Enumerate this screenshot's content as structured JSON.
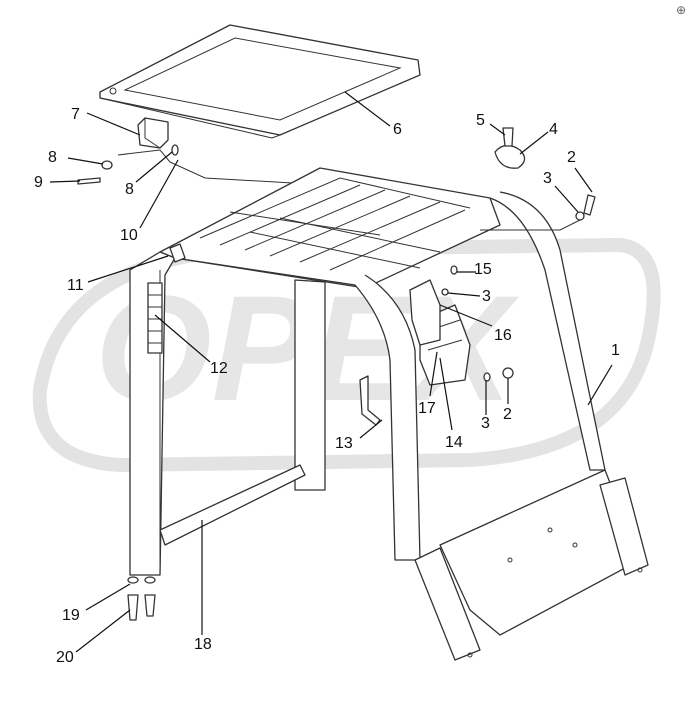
{
  "watermark": {
    "text": "OPEX",
    "color": "#e6e6e6"
  },
  "corner_mark": "⊕",
  "callouts": [
    {
      "id": "c1",
      "label": "1"
    },
    {
      "id": "c2a",
      "label": "2"
    },
    {
      "id": "c2b",
      "label": "2"
    },
    {
      "id": "c3a",
      "label": "3"
    },
    {
      "id": "c3b",
      "label": "3"
    },
    {
      "id": "c3c",
      "label": "3"
    },
    {
      "id": "c4",
      "label": "4"
    },
    {
      "id": "c5",
      "label": "5"
    },
    {
      "id": "c6",
      "label": "6"
    },
    {
      "id": "c7",
      "label": "7"
    },
    {
      "id": "c8a",
      "label": "8"
    },
    {
      "id": "c8b",
      "label": "8"
    },
    {
      "id": "c9",
      "label": "9"
    },
    {
      "id": "c10",
      "label": "10"
    },
    {
      "id": "c11",
      "label": "11"
    },
    {
      "id": "c12",
      "label": "12"
    },
    {
      "id": "c13",
      "label": "13"
    },
    {
      "id": "c14",
      "label": "14"
    },
    {
      "id": "c15",
      "label": "15"
    },
    {
      "id": "c16",
      "label": "16"
    },
    {
      "id": "c17",
      "label": "17"
    },
    {
      "id": "c18",
      "label": "18"
    },
    {
      "id": "c19",
      "label": "19"
    },
    {
      "id": "c20",
      "label": "20"
    }
  ]
}
